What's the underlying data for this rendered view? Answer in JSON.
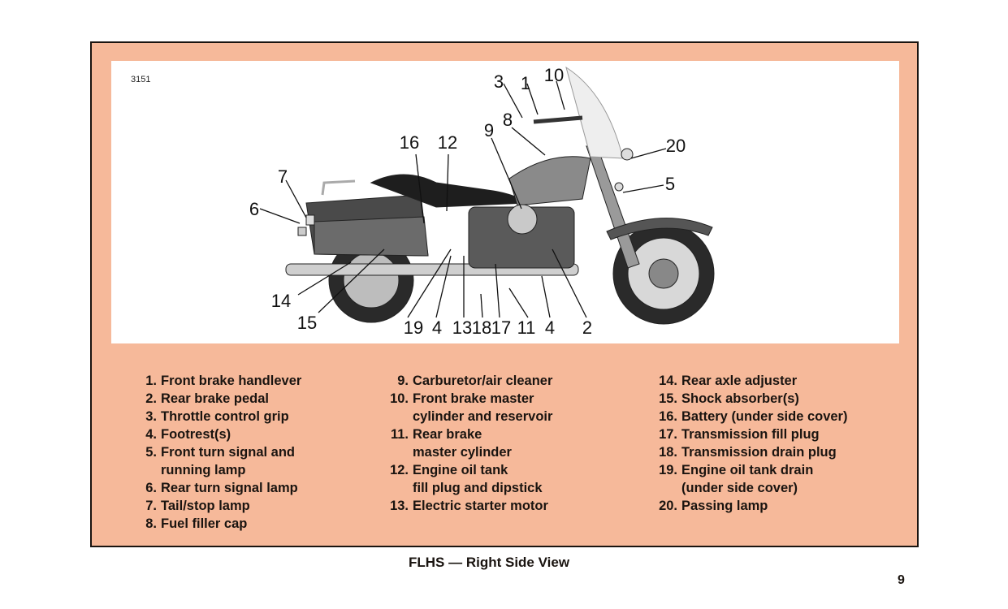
{
  "figure": {
    "id": "3151",
    "caption": "FLHS — Right Side View",
    "callouts": [
      "3",
      "1",
      "10",
      "8",
      "9",
      "16",
      "12",
      "20",
      "7",
      "5",
      "6",
      "14",
      "15",
      "19",
      "4",
      "13",
      "18",
      "17",
      "11",
      "4",
      "2"
    ]
  },
  "legend": {
    "columns": [
      [
        {
          "num": "1.",
          "text": "Front brake handlever"
        },
        {
          "num": "2.",
          "text": "Rear brake pedal"
        },
        {
          "num": "3.",
          "text": "Throttle control grip"
        },
        {
          "num": "4.",
          "text": "Footrest(s)"
        },
        {
          "num": "5.",
          "text": "Front turn signal and"
        },
        {
          "num": "",
          "text": "running lamp"
        },
        {
          "num": "6.",
          "text": "Rear turn signal lamp"
        },
        {
          "num": "7.",
          "text": "Tail/stop lamp"
        },
        {
          "num": "8.",
          "text": "Fuel filler cap"
        }
      ],
      [
        {
          "num": "9.",
          "text": "Carburetor/air cleaner"
        },
        {
          "num": "10.",
          "text": "Front brake master"
        },
        {
          "num": "",
          "text": "cylinder and reservoir"
        },
        {
          "num": "11.",
          "text": "Rear brake"
        },
        {
          "num": "",
          "text": "master cylinder"
        },
        {
          "num": "12.",
          "text": "Engine oil tank"
        },
        {
          "num": "",
          "text": "fill plug and dipstick"
        },
        {
          "num": "13.",
          "text": "Electric starter motor"
        }
      ],
      [
        {
          "num": "14.",
          "text": "Rear axle adjuster"
        },
        {
          "num": "15.",
          "text": "Shock absorber(s)"
        },
        {
          "num": "16.",
          "text": "Battery (under side cover)"
        },
        {
          "num": "17.",
          "text": "Transmission fill plug"
        },
        {
          "num": "18.",
          "text": "Transmission drain plug"
        },
        {
          "num": "19.",
          "text": "Engine oil tank drain"
        },
        {
          "num": "",
          "text": "(under side cover)"
        },
        {
          "num": "20.",
          "text": "Passing lamp"
        }
      ]
    ]
  },
  "page_number": "9",
  "colors": {
    "panel": "#f6b99a",
    "ink": "#1a1410"
  }
}
